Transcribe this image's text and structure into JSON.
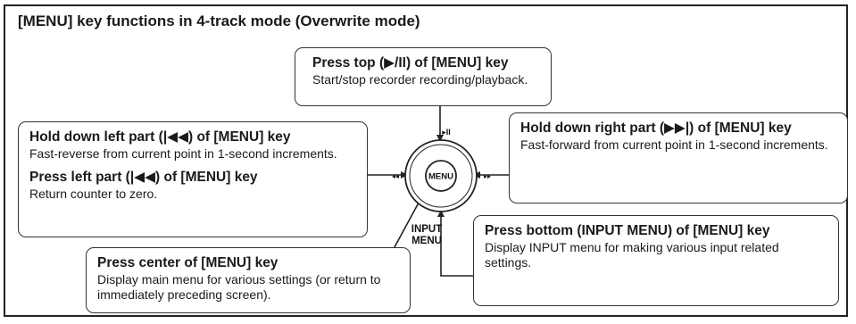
{
  "diagram": {
    "title": "[MENU] key functions in 4-track mode (Overwrite mode)",
    "key_label": "MENU",
    "bottom_label_line1": "INPUT",
    "bottom_label_line2": "MENU",
    "top_symbol": "▸II",
    "left_arrow_symbol": "◂◂",
    "right_arrow_symbol": "▸▸",
    "boxes": {
      "top": {
        "heading": "Press top (▶/II) of [MENU] key",
        "desc": "Start/stop recorder recording/playback."
      },
      "left": {
        "heading1": "Hold down left part (|◀◀) of [MENU] key",
        "desc1": "Fast-reverse from current point in 1-second increments.",
        "heading2": "Press left part (|◀◀) of [MENU] key",
        "desc2": "Return counter to zero."
      },
      "right": {
        "heading": "Hold down right part (▶▶|) of [MENU] key",
        "desc": "Fast-forward from current point in 1-second increments."
      },
      "bottom": {
        "heading": "Press bottom (INPUT MENU) of [MENU] key",
        "desc": "Display INPUT menu for making various input related settings."
      },
      "center": {
        "heading": "Press center of [MENU] key",
        "desc": "Display main menu for various settings (or return to immediately preceding screen)."
      }
    },
    "colors": {
      "stroke": "#222222",
      "text": "#1a1a1a"
    }
  }
}
